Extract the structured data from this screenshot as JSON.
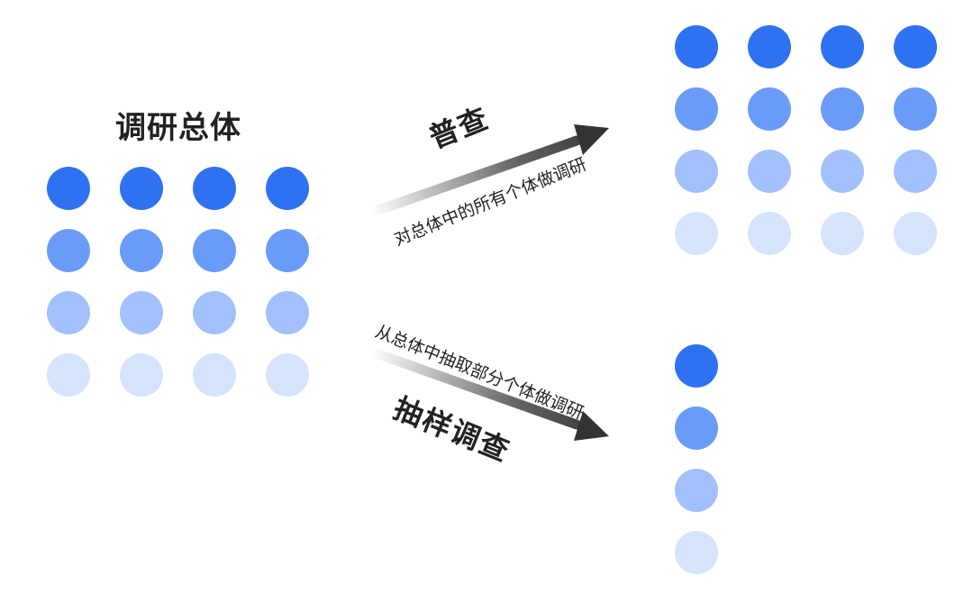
{
  "population": {
    "title": "调研总体",
    "rows": 4,
    "cols": 4
  },
  "census": {
    "label": "普查",
    "description": "对总体中的所有个体做调研",
    "rows": 4,
    "cols": 4
  },
  "sample": {
    "label": "抽样调查",
    "description": "从总体中抽取部分个体做调研",
    "rows": 4,
    "cols": 1
  },
  "colors": {
    "row_1": "#2E72F2",
    "row_2": "#6A9BF8",
    "row_3": "#A2C0FB",
    "row_4": "#D6E3FD",
    "arrow": "#333333",
    "text": "#222222"
  }
}
